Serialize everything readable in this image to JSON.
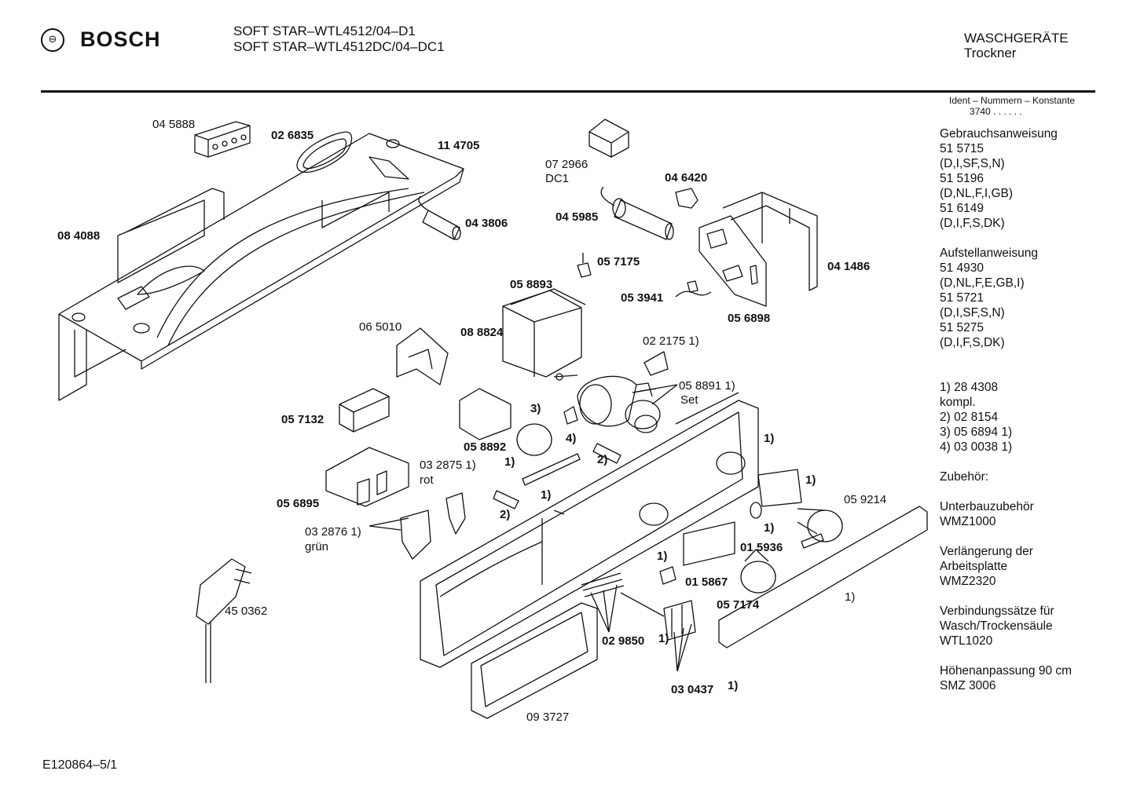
{
  "header": {
    "brand": "BOSCH",
    "logo_icon": "bosch-armature-icon",
    "model_lines": [
      "SOFT STAR–WTL4512/04–D1",
      "SOFT STAR–WTL4512DC/04–DC1"
    ],
    "category_lines": [
      "WASCHGERÄTE",
      "Trockner"
    ]
  },
  "parts": [
    {
      "text": "04 5888",
      "bold": false
    },
    {
      "text": "02 6835",
      "bold": true
    },
    {
      "text": "11 4705",
      "bold": true
    },
    {
      "text": "08 4088",
      "bold": true
    },
    {
      "text": "04 3806",
      "bold": true
    },
    {
      "text": "07 2966",
      "bold": false
    },
    {
      "text": "DC1",
      "bold": false
    },
    {
      "text": "04 6420",
      "bold": true
    },
    {
      "text": "04 5985",
      "bold": true
    },
    {
      "text": "05 7175",
      "bold": true
    },
    {
      "text": "04 1486",
      "bold": true
    },
    {
      "text": "05 8893",
      "bold": true
    },
    {
      "text": "05 3941",
      "bold": true
    },
    {
      "text": "05 6898",
      "bold": true
    },
    {
      "text": "06 5010",
      "bold": false
    },
    {
      "text": "08 8824",
      "bold": true
    },
    {
      "text": "02 2175 1)",
      "bold": false
    },
    {
      "text": "05 8891 1)",
      "bold": false
    },
    {
      "text": "Set",
      "bold": false
    },
    {
      "text": "05 7132",
      "bold": true
    },
    {
      "text": "3)",
      "bold": true
    },
    {
      "text": "4)",
      "bold": true
    },
    {
      "text": "05 8892",
      "bold": true
    },
    {
      "text": "1)",
      "bold": true
    },
    {
      "text": "2)",
      "bold": true
    },
    {
      "text": "1)",
      "bold": true
    },
    {
      "text": "03 2875 1)",
      "bold": false
    },
    {
      "text": "rot",
      "bold": false
    },
    {
      "text": "1)",
      "bold": true
    },
    {
      "text": "1)",
      "bold": true
    },
    {
      "text": "05 6895",
      "bold": true
    },
    {
      "text": "2)",
      "bold": true
    },
    {
      "text": "05 9214",
      "bold": false
    },
    {
      "text": "03 2876 1)",
      "bold": false
    },
    {
      "text": "grün",
      "bold": false
    },
    {
      "text": "1)",
      "bold": true
    },
    {
      "text": "01 5936",
      "bold": true
    },
    {
      "text": "1)",
      "bold": true
    },
    {
      "text": "01 5867",
      "bold": true
    },
    {
      "text": "45 0362",
      "bold": false
    },
    {
      "text": "05 7174",
      "bold": true
    },
    {
      "text": "1)",
      "bold": false
    },
    {
      "text": "02 9850",
      "bold": true
    },
    {
      "text": "1)",
      "bold": true
    },
    {
      "text": "03 0437",
      "bold": true
    },
    {
      "text": "1)",
      "bold": true
    },
    {
      "text": "09 3727",
      "bold": false
    }
  ],
  "panel": {
    "ident_heading": "Ident – Nummern – Konstante",
    "ident_value": "3740 . . . . . .",
    "lines": [
      "Gebrauchsanweisung",
      "51 5715",
      "(D,I,SF,S,N)",
      "51 5196",
      "(D,NL,F,I,GB)",
      "51 6149",
      "(D,I,F,S,DK)",
      "",
      "Aufstellanweisung",
      "51 4930",
      "(D,NL,F,E,GB,I)",
      "51 5721",
      "(D,I,SF,S,N)",
      "51 5275",
      "(D,I,F,S,DK)",
      "",
      "",
      "1)  28 4308",
      "      kompl.",
      "2)  02 8154",
      "3)  05 6894 1)",
      "4)  03 0038 1)",
      "",
      "Zubehör:",
      "",
      "Unterbauzubehör",
      "WMZ1000",
      "",
      "Verlängerung der",
      "Arbeitsplatte",
      "WMZ2320",
      "",
      "Verbindungssätze für",
      "Wasch/Trockensäule",
      "WTL1020",
      "",
      "Höhenanpassung 90 cm",
      "SMZ 3006"
    ]
  },
  "footer": {
    "doc_id": "E120864–5/1"
  }
}
